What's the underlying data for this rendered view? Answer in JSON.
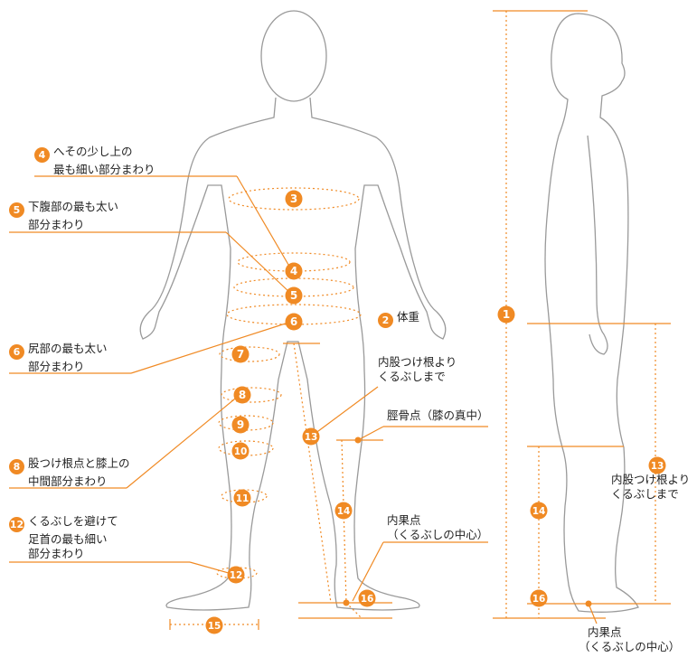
{
  "annotations": {
    "n4": {
      "num": "4",
      "line1": "へその少し上の",
      "line2": "最も細い部分まわり"
    },
    "n5": {
      "num": "5",
      "line1": "下腹部の最も太い",
      "line2": "部分まわり"
    },
    "n6": {
      "num": "6",
      "line1": "尻部の最も太い",
      "line2": "部分まわり"
    },
    "n8": {
      "num": "8",
      "line1": "股つけ根点と膝上の",
      "line2": "中間部分まわり"
    },
    "n12": {
      "num": "12",
      "line1": "くるぶしを避けて",
      "line2": "足首の最も細い",
      "line3": "部分まわり"
    },
    "n2": {
      "num": "2",
      "line1": "体重"
    },
    "crotch_front": {
      "line1": "内股つけ根より",
      "line2": "くるぶしまで"
    },
    "knee_point": {
      "line1": "脛骨点（膝の真中）"
    },
    "ankle_front": {
      "line1": "内果点",
      "line2": "（くるぶしの中心）"
    },
    "crotch_side": {
      "num": "13",
      "line1": "内股つけ根より",
      "line2": "くるぶしまで"
    },
    "ankle_side": {
      "line1": "内果点",
      "line2": "（くるぶしの中心）"
    }
  },
  "markers": [
    "1",
    "3",
    "4",
    "5",
    "6",
    "7",
    "8",
    "9",
    "10",
    "11",
    "12",
    "13",
    "14",
    "15",
    "16"
  ],
  "colors": {
    "accent": "#f08a24",
    "outline": "#9a9a9a",
    "text": "#222222"
  }
}
